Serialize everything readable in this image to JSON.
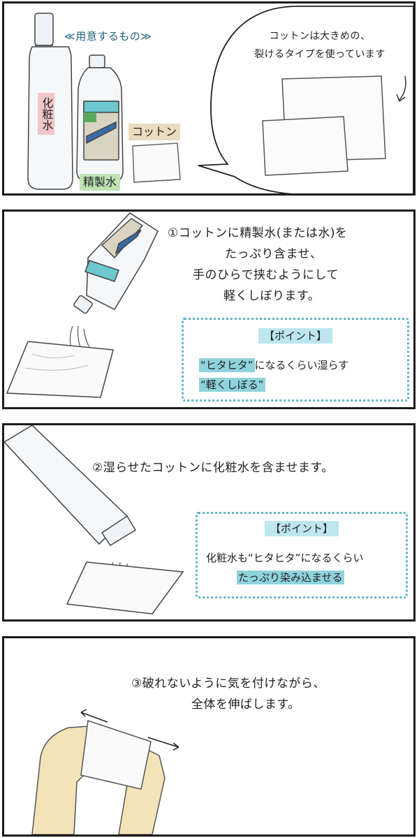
{
  "panel1": {
    "prepare_title": "≪用意するもの≫",
    "lotion_label": "化粧水",
    "water_label": "精製水",
    "cotton_label": "コットン",
    "speech_line1": "コットンは大きめの、",
    "speech_line2": "裂けるタイプを使っています"
  },
  "panel2": {
    "line1": "①コットンに精製水(または水)を",
    "line2": "たっぷり含ませ、",
    "line3": "手のひらで挟むようにして",
    "line4": "軽くしぼります。",
    "point_title": "【ポイント】",
    "point_hl1": "“ヒタヒタ”",
    "point_rest1": "になるくらい湿らす",
    "point_hl2": "“軽くしぼる”"
  },
  "panel3": {
    "line1": "②湿らせたコットンに化粧水を含ませます。",
    "point_title": "【ポイント】",
    "point_line1": "化粧水も“ヒタヒタ”になるくらい",
    "point_hl": "たっぷり染み込ませる"
  },
  "panel4": {
    "line1": "③破れないように気を付けながら、",
    "line2": "全体を伸ばします。"
  },
  "colors": {
    "lotion_tag": "#f1c6c6",
    "water_tag": "#bfe3b4",
    "cotton_tag": "#ebdcc0",
    "accent_teal": "#5fb6c9",
    "highlight": "#8fd3dc",
    "skin": "#f3e3b8"
  },
  "icons": [
    "lotion-bottle-icon",
    "purified-water-bottle-icon",
    "cotton-pad-icon",
    "speech-bubble-icon",
    "hands-icon"
  ]
}
